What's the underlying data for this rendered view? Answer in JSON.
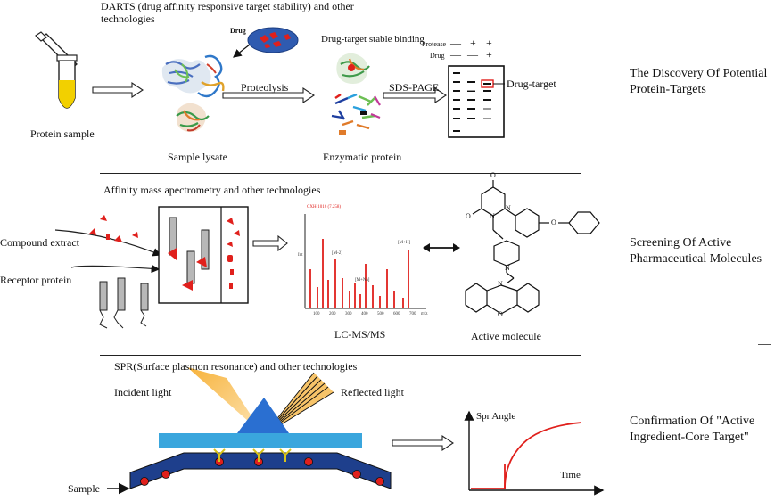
{
  "section1": {
    "header": "DARTS  (drug affinity responsive target stability) and other",
    "header2": "technologies",
    "protein_sample": "Protein sample",
    "drug_bubble": "Drug",
    "sample_lysate": "Sample lysate",
    "proteolysis": "Proteolysis",
    "binding": "Drug-target  stable binding",
    "enzymatic": "Enzymatic protein",
    "sds_page": "SDS-PAGE",
    "gel_row1": "Protease",
    "gel_row2": "Drug",
    "gel_row1_signs": [
      "—",
      "+",
      "+"
    ],
    "gel_row2_signs": [
      "—",
      "—",
      "+"
    ],
    "drug_target": "Drug-target",
    "title_a": "The Discovery Of Potential",
    "title_b": "Protein-Targets"
  },
  "section2": {
    "header": "Affinity mass apectrometry and other technologies",
    "compound_extract": "Compound extract",
    "receptor_protein": "Receptor protein",
    "ms_title": "CXH-1016 (7.258)",
    "ms_label_left": "[M-2]",
    "ms_label_mid": "[M+Na]",
    "ms_label_right": "[M+H]",
    "ms_ylabel": "Int",
    "ms_xlabel": "m/z",
    "ms_ticks": [
      "100",
      "200",
      "300",
      "400",
      "500",
      "600",
      "700"
    ],
    "lcms": "LC-MS/MS",
    "active_molecule": "Active molecule",
    "mol_atoms": [
      "O",
      "N",
      "O",
      "N",
      "O",
      "N",
      "N",
      "O"
    ],
    "title_a": "Screening Of Active",
    "title_b": "Pharmaceutical Molecules"
  },
  "section3": {
    "header": "SPR(Surface plasmon resonance) and other technologies",
    "incident_light": "Incident light",
    "reflected_light": "Reflected light",
    "sample": "Sample",
    "spr_angle": "Spr Angle",
    "time": "Time",
    "title_a": "Confirmation Of \"Active",
    "title_b": "Ingredient-Core Target\""
  },
  "colors": {
    "red": "#e0201c",
    "blue": "#1e4aa8",
    "light_blue": "#3aa6dd",
    "orange": "#f5a623",
    "yellow_tube": "#f2d000",
    "gray_bar": "#b8b8b8"
  }
}
